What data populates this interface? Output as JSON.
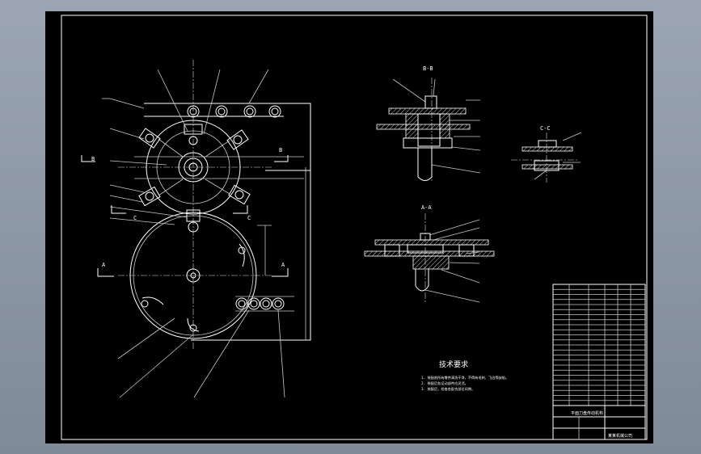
{
  "drawing": {
    "section_labels": {
      "bb": "B-B",
      "cc": "C-C",
      "aa": "A-A"
    },
    "cut_markers": {
      "b_left": "B",
      "b_right": "B",
      "c_left": "C",
      "c_right": "C",
      "a_left": "A",
      "a_right": "A"
    },
    "tech_title": "技术要求",
    "tech_notes": [
      "1. 装配前所有零件清洗干净，不得有毛刺、飞边等缺陷。",
      "2. 装配后各运动部件应灵活。",
      "3. 装配后，检查各配合部位间隙。"
    ],
    "title_block": {
      "name": "平面刀盘传动机构",
      "company": "某某机械公司"
    }
  },
  "colors": {
    "sheet": "#000000",
    "line": "#ffffff",
    "accent": "#e8e000"
  }
}
